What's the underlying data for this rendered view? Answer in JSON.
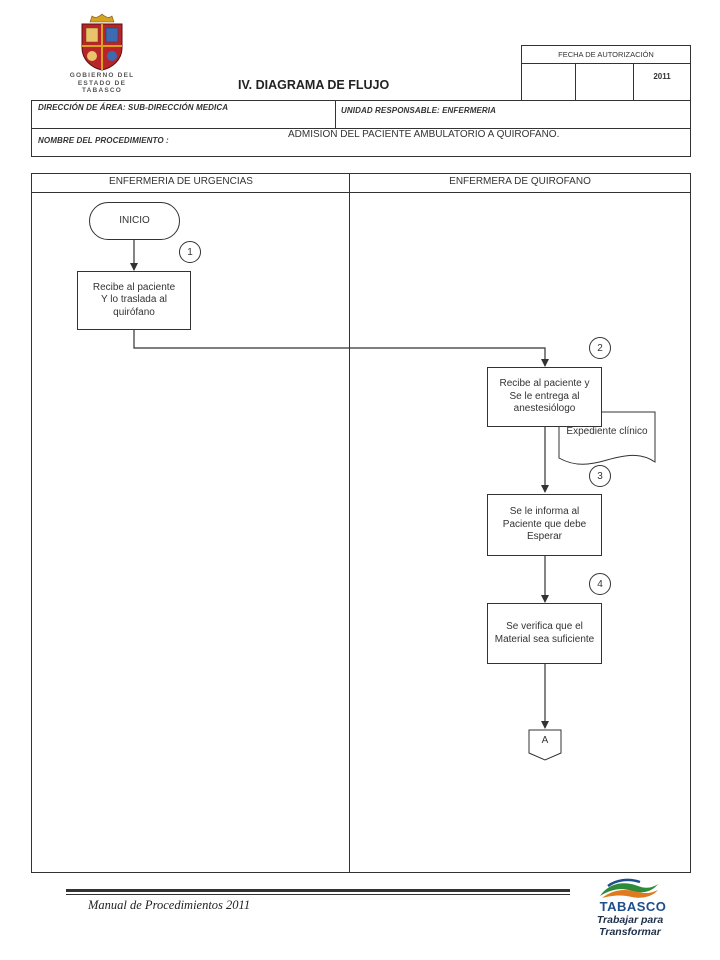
{
  "header": {
    "title": "IV. DIAGRAMA  DE FLUJO",
    "org_lines": [
      "GOBIERNO DEL",
      "ESTADO DE",
      "TABASCO"
    ],
    "authorization_label": "FECHA DE AUTORIZACIÓN",
    "year": "2011",
    "area_label": "DIRECCIÓN DE ÁREA: SUB-DIRECCIÓN MEDICA",
    "unit_label": "UNIDAD RESPONSABLE: ENFERMERIA",
    "procedure_label": "NOMBRE DEL PROCEDIMIENTO :",
    "procedure_name": "ADMISION DEL PACIENTE AMBULATORIO A QUIROFANO."
  },
  "lanes": [
    {
      "title": "ENFERMERIA DE URGENCIAS"
    },
    {
      "title": "ENFERMERA DE QUIROFANO"
    }
  ],
  "flow": {
    "start": "INICIO",
    "steps": [
      {
        "number": "1",
        "text": "Recibe al paciente\nY lo traslada al\nquirófano"
      },
      {
        "number": "2",
        "text": "Recibe al paciente y\nSe le entrega al\nanestesiólogo"
      },
      {
        "number": "3",
        "text": "Se le informa al\nPaciente que debe\nEsperar"
      },
      {
        "number": "4",
        "text": "Se verifica que el\nMaterial sea suficiente"
      }
    ],
    "document": "Expediente clínico",
    "connector": "A"
  },
  "footer": {
    "manual": "Manual de Procedimientos 2011",
    "brand": "TABASCO",
    "slogan": "Trabajar para Transformar"
  },
  "colors": {
    "line": "#333333",
    "seal_red": "#b8242a",
    "seal_gold": "#d8a21e",
    "brand_blue": "#1f4e8c",
    "brand_orange": "#e07a1f",
    "brand_green": "#2e8b3a"
  }
}
